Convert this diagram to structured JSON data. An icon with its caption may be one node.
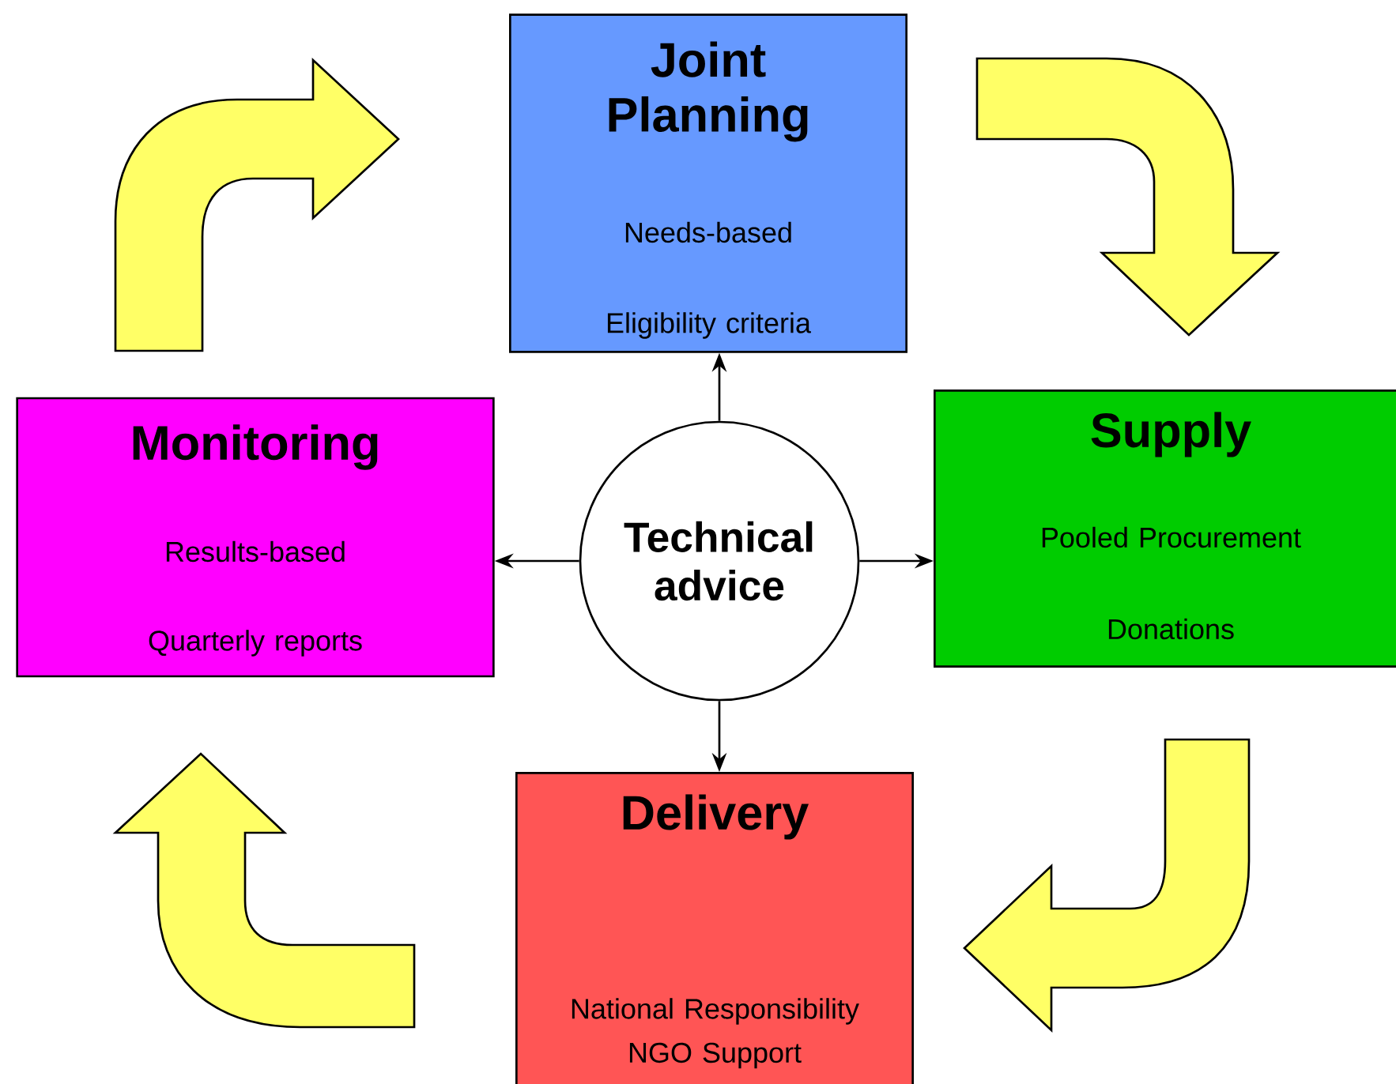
{
  "diagram": {
    "nodes": [
      {
        "text": [
          "Joint Planning",
          "Needs-based",
          "Eligibility criteria"
        ]
      },
      {
        "text": [
          "Supply",
          "Pooled Procurement",
          "Donations"
        ]
      },
      {
        "text": [
          "Delivery",
          "National Responsibility",
          "NGO Support"
        ]
      },
      {
        "text": [
          "Monitoring",
          "Results-based",
          "Quarterly reports"
        ]
      },
      {
        "text": [
          "Technical advice"
        ]
      }
    ],
    "edges": [
      {
        "from": 4,
        "to": 0,
        "arrow": "to"
      },
      {
        "from": 4,
        "to": 1,
        "arrow": "to"
      },
      {
        "from": 4,
        "to": 2,
        "arrow": "to"
      },
      {
        "from": 4,
        "to": 3,
        "arrow": "to"
      },
      {
        "from": 3,
        "to": 0,
        "arrow": "to",
        "style": "thick",
        "color": "#ffff66"
      },
      {
        "from": 0,
        "to": 1,
        "arrow": "to",
        "style": "thick",
        "color": "#ffff66"
      },
      {
        "from": 1,
        "to": 2,
        "arrow": "to",
        "style": "thick",
        "color": "#ffff66"
      },
      {
        "from": 2,
        "to": 3,
        "arrow": "to",
        "style": "thick",
        "color": "#ffff66"
      }
    ]
  }
}
